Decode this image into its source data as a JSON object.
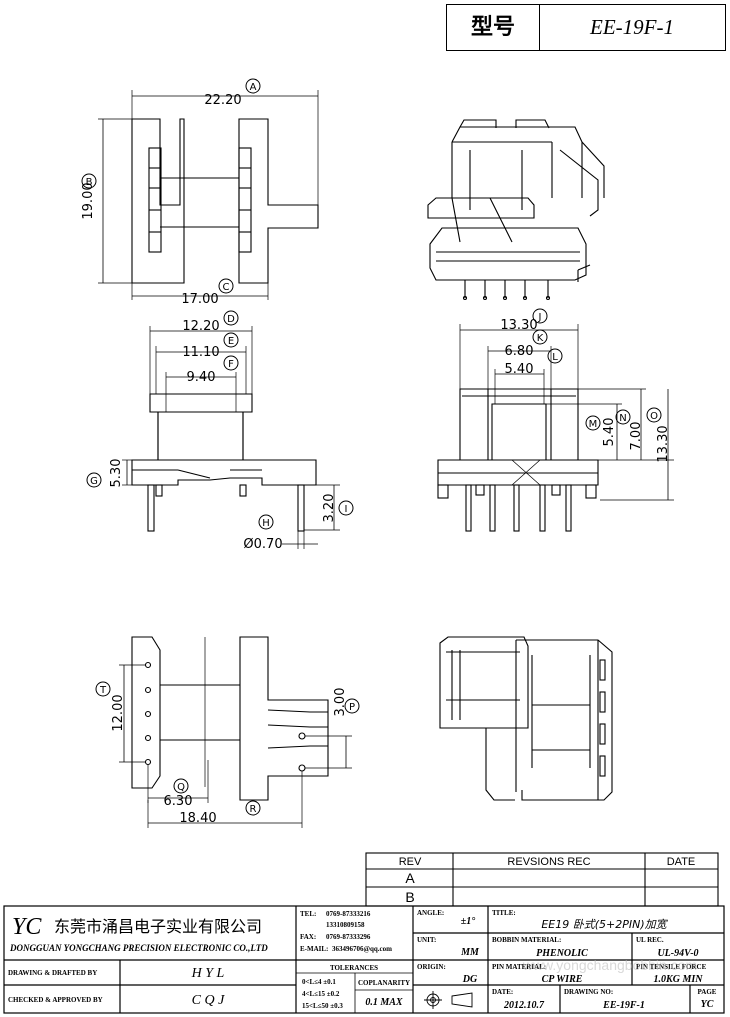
{
  "header": {
    "model_label": "型号",
    "model_value": "EE-19F-1"
  },
  "dims": {
    "A": "22.20",
    "B": "19.00",
    "C": "17.00",
    "D": "12.20",
    "E": "11.10",
    "F": "9.40",
    "G": "5.30",
    "H": "Ø0.70",
    "I": "3.20",
    "J": "13.30",
    "K": "6.80",
    "L": "5.40",
    "M": "5.40",
    "N": "7.00",
    "O": "13.30",
    "P": "3.00",
    "T": "12.00",
    "Q": "6.30",
    "R": "18.40"
  },
  "bubbles": [
    "A",
    "B",
    "C",
    "D",
    "E",
    "F",
    "G",
    "H",
    "I",
    "J",
    "K",
    "L",
    "M",
    "N",
    "O",
    "P",
    "Q",
    "R",
    "T"
  ],
  "revision": {
    "rev": "REV",
    "revisions": "REVSIONS REC",
    "date": "DATE",
    "row_a": "A",
    "row_b": "B"
  },
  "company": {
    "logo": "YC",
    "name_cn": "东莞市涌昌电子实业有限公司",
    "name_en": "DONGGUAN YONGCHANG PRECISION ELECTRONIC CO.,LTD",
    "tel_label": "TEL:",
    "tel": "0769-87333216",
    "mobile": "13310809158",
    "fax_label": "FAX:",
    "fax": "0769-87333296",
    "email_label": "E-MAIL:",
    "email": "363496706@qq.com"
  },
  "title_block": {
    "drawn_label": "DRAWING & DRAFTED BY",
    "drawn_value": "H Y L",
    "checked_label": "CHECKED & APPROVED BY",
    "checked_value": "C Q J",
    "tolerances_label": "TOLERANCES",
    "tol_1": "0<L≤4   ±0.1",
    "tol_2": "4<L≤15  ±0.2",
    "tol_3": "15<L≤50  ±0.3",
    "coplanarity_label": "COPLANARITY",
    "coplanarity_value": "0.1 MAX",
    "angle_label": "ANGLE:",
    "angle_value": "±1°",
    "unit_label": "UNIT:",
    "unit_value": "MM",
    "origin_label": "ORIGIN:",
    "origin_value": "DG",
    "title_label": "TITLE:",
    "title_value": "EE19 卧式(5+2PIN)加宽",
    "bobbin_label": "BOBBIN MATERIAL:",
    "bobbin_value": "PHENOLIC",
    "ul_label": "UL REC.",
    "ul_value": "UL-94V-0",
    "pin_label": "PIN MATERIAL:",
    "pin_value": "CP WIRE",
    "tensile_label": "PIN TENSILE FORCE",
    "tensile_value": "1.0KG MIN",
    "date_label": "DATE:",
    "date_value": "2012.10.7",
    "drawing_no_label": "DRAWING NO:",
    "drawing_no_value": "EE-19F-1",
    "page_label": "PAGE",
    "page_value": "YC"
  },
  "watermark": "www.yongchangbobbin.com"
}
